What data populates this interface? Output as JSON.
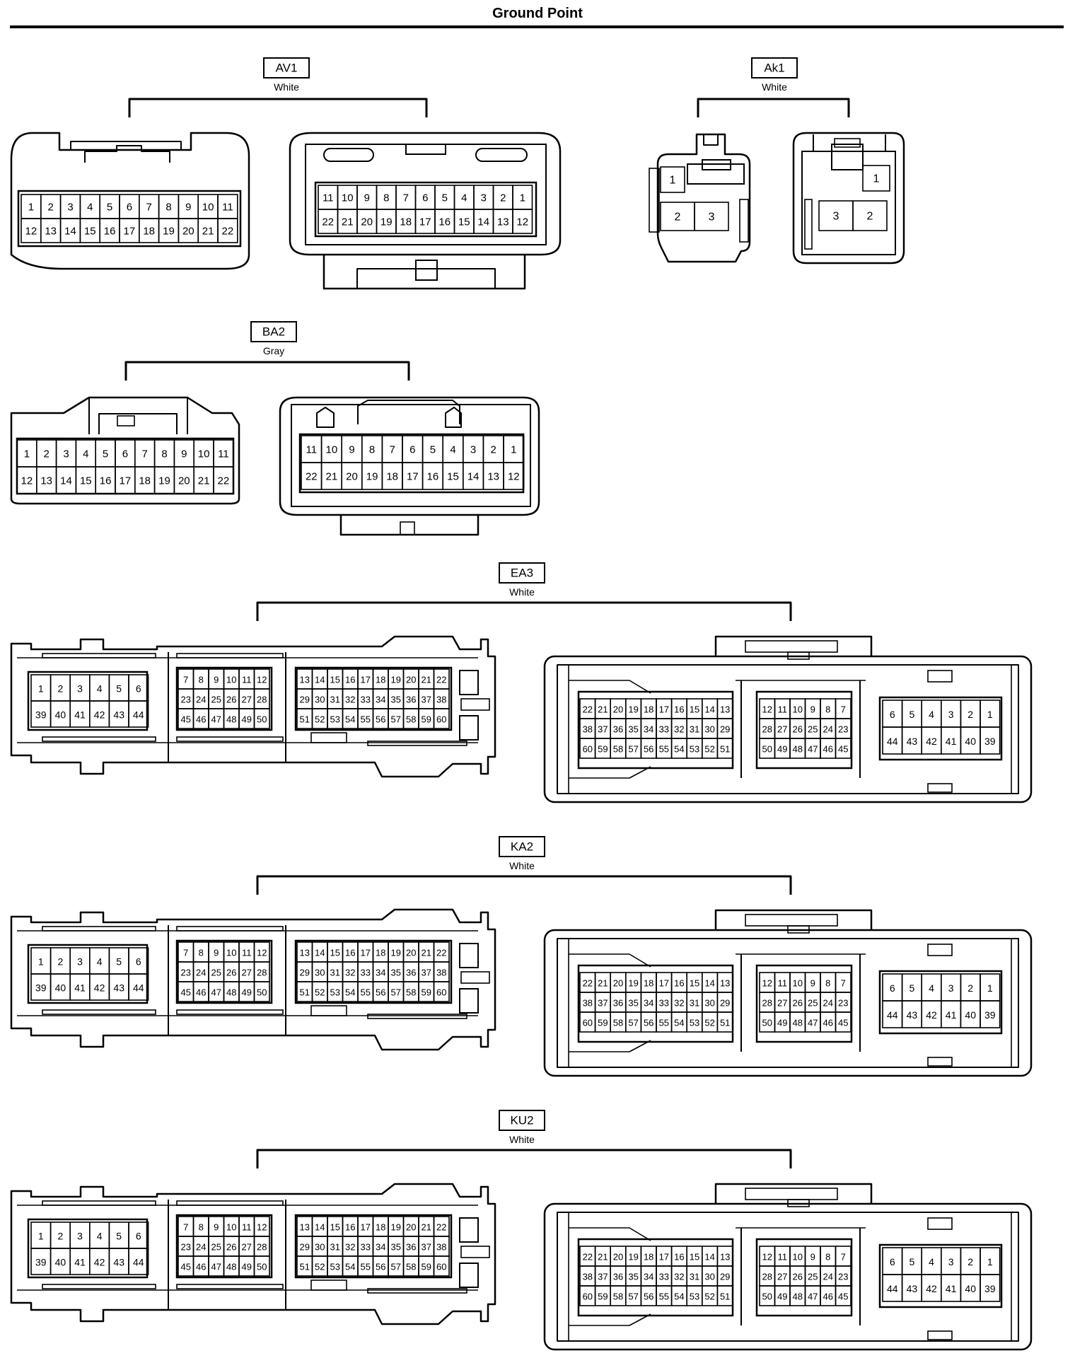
{
  "title": "Ground Point",
  "connectors": [
    {
      "id": "AV1",
      "color": "White"
    },
    {
      "id": "Ak1",
      "color": "White"
    },
    {
      "id": "BA2",
      "color": "Gray"
    },
    {
      "id": "EA3",
      "color": "White"
    },
    {
      "id": "KA2",
      "color": "White"
    },
    {
      "id": "KU2",
      "color": "White"
    }
  ],
  "pin_layouts": {
    "pin22_left": [
      [
        "1",
        "2",
        "3",
        "4",
        "5",
        "6",
        "7",
        "8",
        "9",
        "10",
        "11"
      ],
      [
        "12",
        "13",
        "14",
        "15",
        "16",
        "17",
        "18",
        "19",
        "20",
        "21",
        "22"
      ]
    ],
    "pin22_right": [
      [
        "11",
        "10",
        "9",
        "8",
        "7",
        "6",
        "5",
        "4",
        "3",
        "2",
        "1"
      ],
      [
        "22",
        "21",
        "20",
        "19",
        "18",
        "17",
        "16",
        "15",
        "14",
        "13",
        "12"
      ]
    ],
    "pin3_left": [
      [
        "1"
      ],
      [
        "2",
        "3"
      ]
    ],
    "pin3_right": [
      [
        "1"
      ],
      [
        "3",
        "2"
      ]
    ],
    "pin60_a": [
      [
        "1",
        "2",
        "3",
        "4",
        "5",
        "6"
      ],
      [
        "39",
        "40",
        "41",
        "42",
        "43",
        "44"
      ]
    ],
    "pin60_b": [
      [
        "7",
        "8",
        "9",
        "10",
        "11",
        "12"
      ],
      [
        "23",
        "24",
        "25",
        "26",
        "27",
        "28"
      ],
      [
        "45",
        "46",
        "47",
        "48",
        "49",
        "50"
      ]
    ],
    "pin60_c": [
      [
        "13",
        "14",
        "15",
        "16",
        "17",
        "18",
        "19",
        "20",
        "21",
        "22"
      ],
      [
        "29",
        "30",
        "31",
        "32",
        "33",
        "34",
        "35",
        "36",
        "37",
        "38"
      ],
      [
        "51",
        "52",
        "53",
        "54",
        "55",
        "56",
        "57",
        "58",
        "59",
        "60"
      ]
    ],
    "pin60_d": [
      [
        "22",
        "21",
        "20",
        "19",
        "18",
        "17",
        "16",
        "15",
        "14",
        "13"
      ],
      [
        "38",
        "37",
        "36",
        "35",
        "34",
        "33",
        "32",
        "31",
        "30",
        "29"
      ],
      [
        "60",
        "59",
        "58",
        "57",
        "56",
        "55",
        "54",
        "53",
        "52",
        "51"
      ]
    ],
    "pin60_e": [
      [
        "12",
        "11",
        "10",
        "9",
        "8",
        "7"
      ],
      [
        "28",
        "27",
        "26",
        "25",
        "24",
        "23"
      ],
      [
        "50",
        "49",
        "48",
        "47",
        "46",
        "45"
      ]
    ],
    "pin60_f": [
      [
        "6",
        "5",
        "4",
        "3",
        "2",
        "1"
      ],
      [
        "44",
        "43",
        "42",
        "41",
        "40",
        "39"
      ]
    ]
  }
}
